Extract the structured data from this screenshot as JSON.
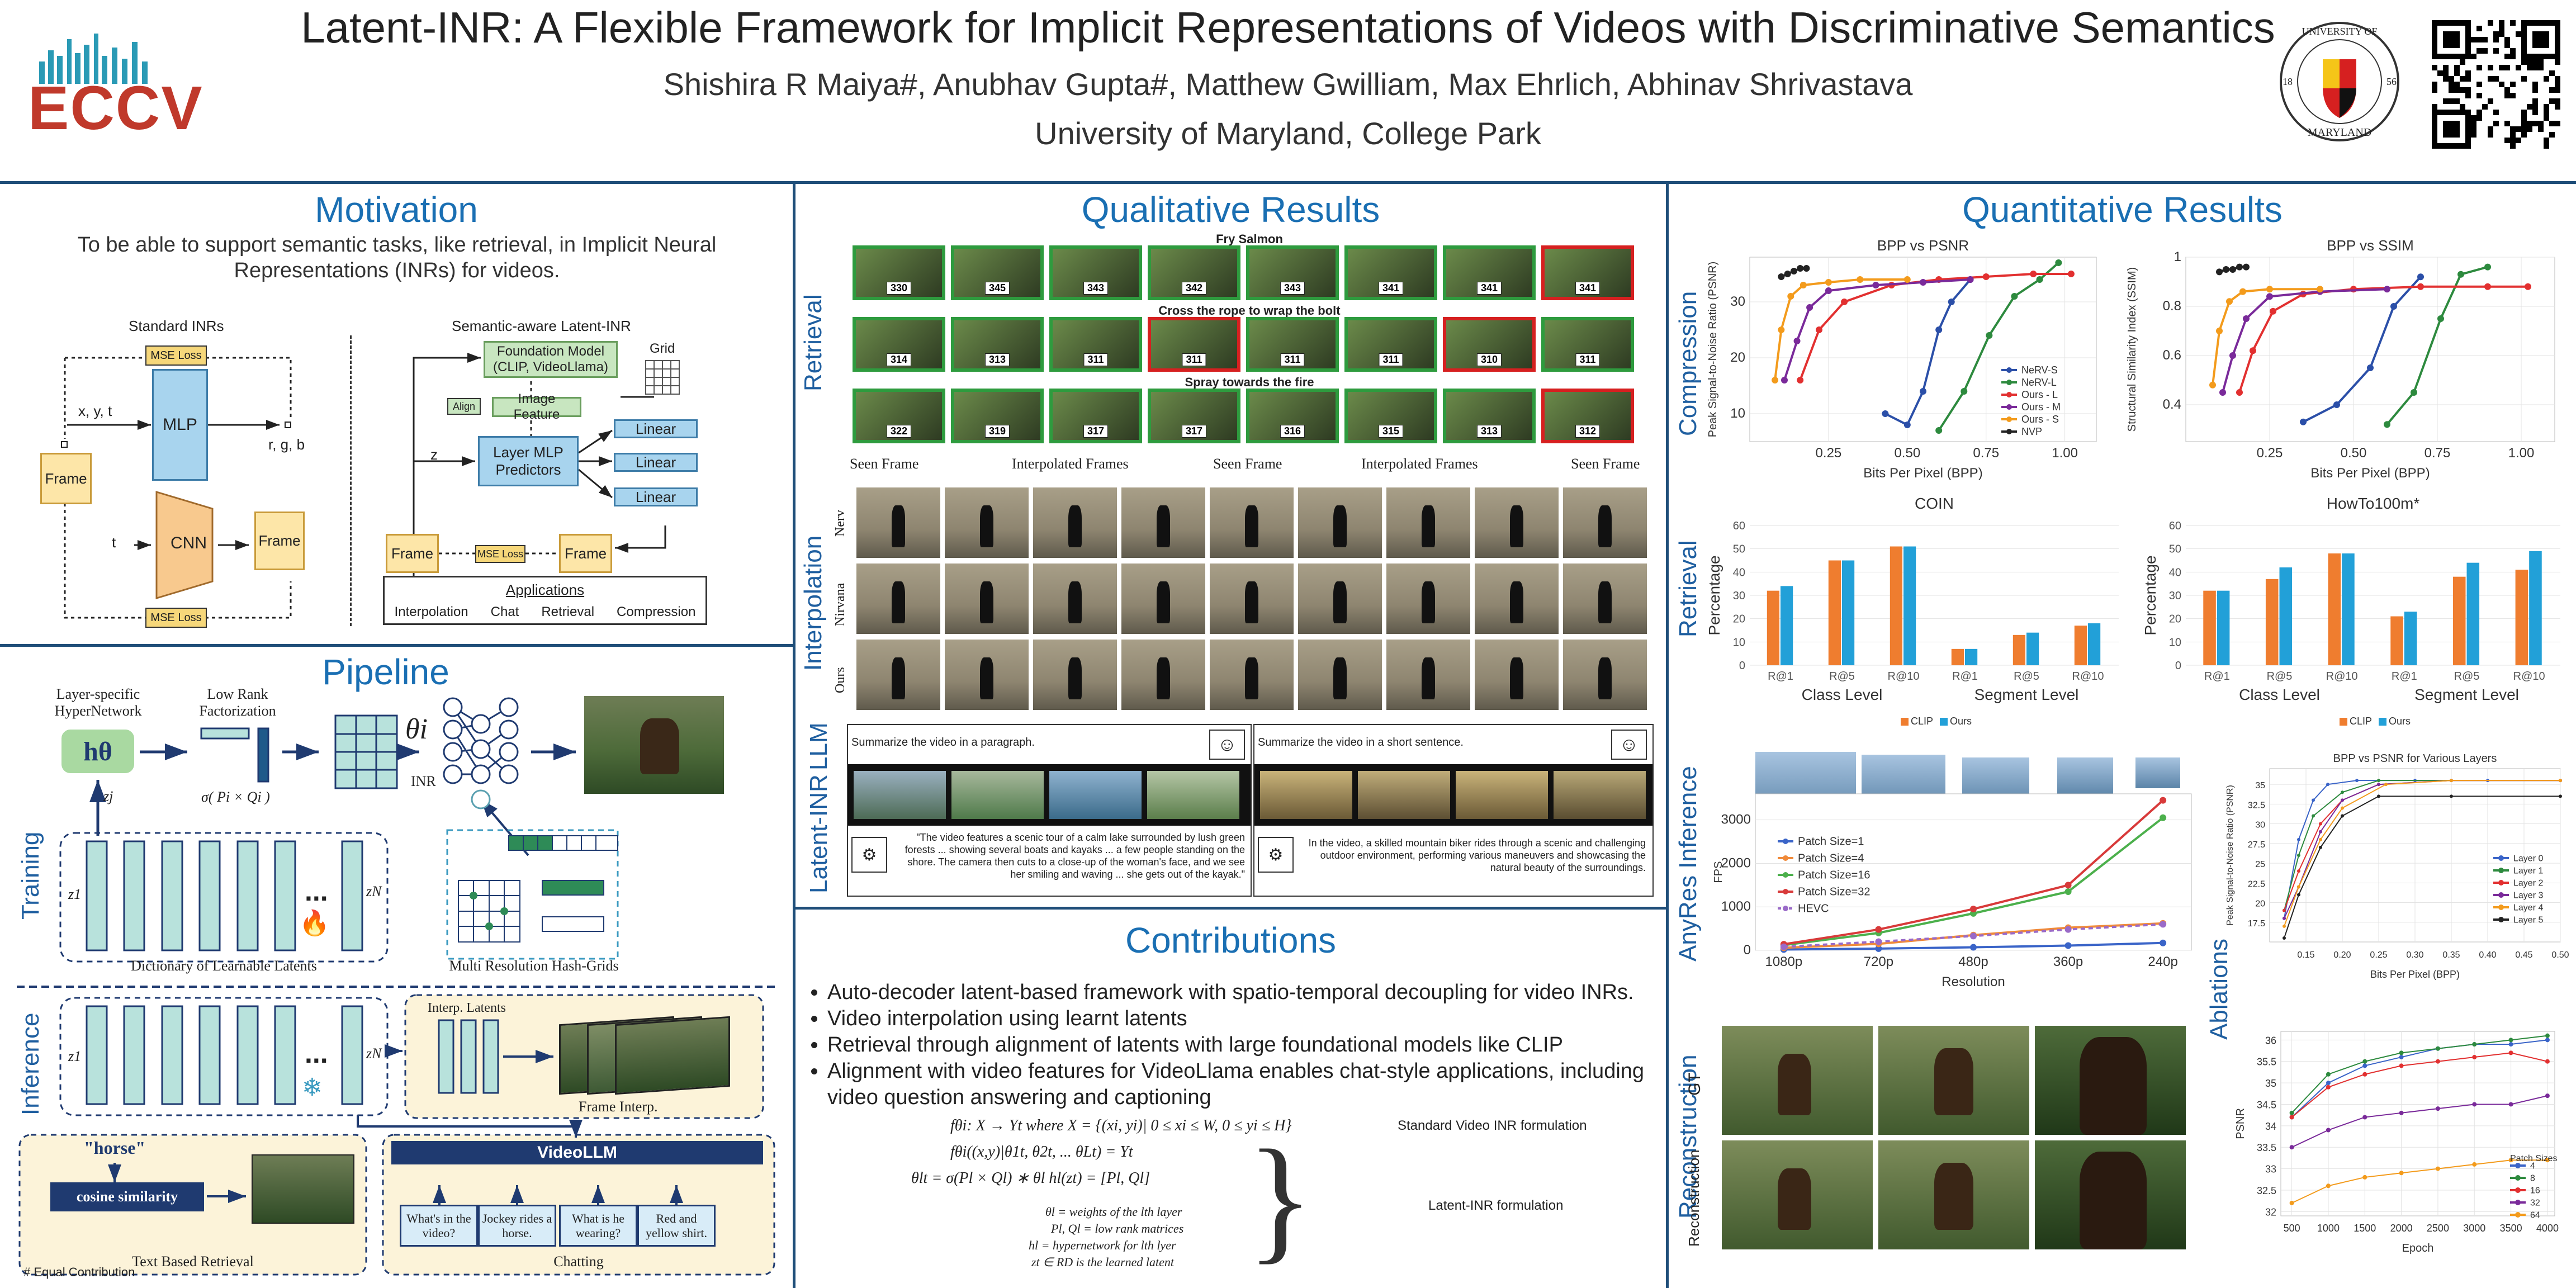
{
  "header": {
    "logo_text": "ECCV",
    "title": "Latent-INR: A Flexible Framework for Implicit Representations of Videos with Discriminative Semantics",
    "authors": "Shishira R Maiya#, Anubhav Gupta#, Matthew Gwilliam, Max Ehrlich, Abhinav Shrivastava",
    "affiliation": "University of Maryland, College Park",
    "seal_top": "UNIVERSITY OF",
    "seal_bottom": "MARYLAND",
    "seal_year_left": "18",
    "seal_year_right": "56"
  },
  "motivation": {
    "title": "Motivation",
    "text": "To be able to support semantic tasks, like retrieval, in Implicit Neural Representations (INRs) for videos.",
    "standard_label": "Standard INRs",
    "semantic_label": "Semantic-aware Latent-INR",
    "mse_loss": "MSE Loss",
    "xyt": "x, y, t",
    "mlp": "MLP",
    "rgb": "r, g, b",
    "frame": "Frame",
    "t": "t",
    "cnn": "CNN",
    "foundation": "Foundation Model (CLIP, VideoLlama)",
    "grid": "Grid",
    "align": "Align",
    "image_feature": "Image Feature",
    "z": "z",
    "layer_mlp": "Layer MLP Predictors",
    "linear": "Linear",
    "applications": "Applications",
    "apps": [
      "Interpolation",
      "Chat",
      "Retrieval",
      "Compression"
    ]
  },
  "pipeline": {
    "title": "Pipeline",
    "hypernet": "Layer-specific HyperNetwork",
    "h_theta": "hθ",
    "low_rank": "Low Rank Factorization",
    "sigma": "σ( Pi × Qi )",
    "theta": "θi",
    "inr": "INR",
    "zj": "zj",
    "training": "Training",
    "inference": "Inference",
    "dictionary": "Dictionary of Learnable Latents",
    "hash_grids": "Multi Resolution Hash-Grids",
    "z1": "z1",
    "zN": "zN",
    "dots": "...",
    "interp_latents": "Interp. Latents",
    "frame_interp": "Frame Interp.",
    "horse": "\"horse\"",
    "cosine": "cosine similarity",
    "text_retrieval": "Text Based Retrieval",
    "videollm": "VideoLLM",
    "chat_q": [
      "What's in the video?",
      "Jockey rides a horse.",
      "What is he wearing?",
      "Red and yellow shirt."
    ],
    "chatting": "Chatting",
    "footnote": "# Equal Contribution"
  },
  "qualitative": {
    "title": "Qualitative Results",
    "retrieval_label": "Retrieval",
    "rows": [
      {
        "caption": "Fry Salmon",
        "tags": [
          "330",
          "345",
          "343",
          "342",
          "343",
          "341",
          "341",
          "341"
        ],
        "red": [
          false,
          false,
          false,
          false,
          false,
          false,
          false,
          true
        ]
      },
      {
        "caption": "Cross the rope to wrap the bolt",
        "tags": [
          "314",
          "313",
          "311",
          "311",
          "311",
          "311",
          "310",
          "311"
        ],
        "red": [
          false,
          false,
          false,
          true,
          false,
          false,
          true,
          false
        ]
      },
      {
        "caption": "Spray towards the fire",
        "tags": [
          "322",
          "319",
          "317",
          "317",
          "316",
          "315",
          "313",
          "312"
        ],
        "red": [
          false,
          false,
          false,
          false,
          false,
          false,
          false,
          true
        ]
      }
    ],
    "seen_frame": "Seen Frame",
    "interpolated": "Interpolated Frames",
    "interp_label": "Interpolation",
    "interp_rows": [
      "Nerv",
      "Nirvana",
      "Ours"
    ],
    "llm_label": "LLM",
    "latent_inr_label": "Latent-INR",
    "prompt_left": "Summarize the video in a paragraph.",
    "prompt_right": "Summarize the video in a short sentence.",
    "answer_left": "\"The video features a scenic tour of a calm lake surrounded by lush green forests ... showing several boats and kayaks ... a few people standing on the shore. The camera then cuts to a close-up of the woman's face, and we see her smiling and waving ... she gets out of the kayak.\"",
    "answer_right": "In the video, a skilled mountain biker rides through a scenic and challenging outdoor environment, performing various maneuvers and showcasing the natural beauty of the surroundings."
  },
  "contributions": {
    "title": "Contributions",
    "items": [
      "Auto-decoder latent-based framework with spatio-temporal decoupling for video INRs.",
      "Video interpolation using learnt latents",
      "Retrieval through alignment of latents with large foundational models like CLIP",
      "Alignment with video features for VideoLlama enables chat-style applications, including video question answering and captioning"
    ],
    "eq1": "fθi: X → Yt where X = {(xi, yi)| 0 ≤ xi ≤ W, 0 ≤ yi ≤ H}",
    "eq1_label": "Standard Video INR formulation",
    "eq2": "fθi((x,y)|θ1t, θ2t, ... θLt) = Yt",
    "eq3": "θlt = σ(Pl × Ql) ∗ θl   hl(zt) = [Pl, Ql]",
    "eq2_label": "Latent-INR formulation",
    "def1": "θl = weights of the lth layer",
    "def2": "Pl, Ql = low rank matrices",
    "def3": "hl = hypernetwork for lth lyer",
    "def4": "zt ∈ RD is the learned latent"
  },
  "quantitative": {
    "title": "Quantitative Results",
    "compression_label": "Compression",
    "retrieval_label": "Retrieval",
    "anyres_label": "AnyRes Inference",
    "reconstruction_label": "Reconstruction",
    "ablations_label": "Ablations",
    "gt_label": "GT",
    "recon_label": "Reconstruction"
  },
  "chart_data": [
    {
      "type": "line",
      "title": "BPP vs PSNR",
      "xlabel": "Bits Per Pixel (BPP)",
      "ylabel": "Peak Signal-to-Noise Ratio (PSNR)",
      "xlim": [
        0,
        1.1
      ],
      "ylim": [
        5,
        38
      ],
      "xticks": [
        0.25,
        0.5,
        0.75,
        1.0
      ],
      "yticks": [
        10,
        20,
        30
      ],
      "series": [
        {
          "name": "NeRV-S",
          "color": "#2b4fa8",
          "x": [
            0.43,
            0.5,
            0.55,
            0.6,
            0.64,
            0.7
          ],
          "y": [
            10,
            8,
            14,
            25,
            30,
            34
          ]
        },
        {
          "name": "NeRV-L",
          "color": "#2d8a3e",
          "x": [
            0.6,
            0.68,
            0.76,
            0.84,
            0.92,
            0.98
          ],
          "y": [
            7,
            14,
            24,
            31,
            34,
            37
          ]
        },
        {
          "name": "Ours - L",
          "color": "#e23030",
          "x": [
            0.16,
            0.22,
            0.3,
            0.45,
            0.6,
            0.75,
            0.9,
            1.02
          ],
          "y": [
            16,
            25,
            30,
            33,
            34,
            34.5,
            35,
            35
          ]
        },
        {
          "name": "Ours - M",
          "color": "#7a2a9a",
          "x": [
            0.11,
            0.15,
            0.19,
            0.25,
            0.4,
            0.55,
            0.7
          ],
          "y": [
            16,
            23,
            29,
            32,
            33,
            33.5,
            34
          ]
        },
        {
          "name": "Ours - S",
          "color": "#f39b1c",
          "x": [
            0.08,
            0.1,
            0.13,
            0.17,
            0.25,
            0.35,
            0.5
          ],
          "y": [
            16,
            25,
            31,
            33,
            33.5,
            34,
            34
          ]
        },
        {
          "name": "NVP",
          "color": "#222222",
          "x": [
            0.1,
            0.12,
            0.14,
            0.16,
            0.18
          ],
          "y": [
            34.5,
            35,
            35.5,
            36,
            36
          ]
        }
      ]
    },
    {
      "type": "line",
      "title": "BPP vs SSIM",
      "xlabel": "Bits Per Pixel (BPP)",
      "ylabel": "Structural Similarity Index (SSIM)",
      "xlim": [
        0,
        1.1
      ],
      "ylim": [
        0.25,
        1.0
      ],
      "xticks": [
        0.25,
        0.5,
        0.75,
        1.0
      ],
      "yticks": [
        0.4,
        0.6,
        0.8,
        1.0
      ],
      "series": [
        {
          "name": "NeRV-S",
          "color": "#2b4fa8",
          "x": [
            0.35,
            0.45,
            0.55,
            0.62,
            0.7
          ],
          "y": [
            0.33,
            0.4,
            0.55,
            0.8,
            0.92
          ]
        },
        {
          "name": "NeRV-L",
          "color": "#2d8a3e",
          "x": [
            0.6,
            0.68,
            0.76,
            0.82,
            0.9
          ],
          "y": [
            0.32,
            0.45,
            0.75,
            0.93,
            0.96
          ]
        },
        {
          "name": "Ours - L",
          "color": "#e23030",
          "x": [
            0.16,
            0.2,
            0.26,
            0.35,
            0.5,
            0.7,
            0.9,
            1.02
          ],
          "y": [
            0.45,
            0.62,
            0.78,
            0.85,
            0.87,
            0.88,
            0.88,
            0.88
          ]
        },
        {
          "name": "Ours - M",
          "color": "#7a2a9a",
          "x": [
            0.11,
            0.14,
            0.18,
            0.25,
            0.4,
            0.6
          ],
          "y": [
            0.45,
            0.6,
            0.75,
            0.84,
            0.86,
            0.87
          ]
        },
        {
          "name": "Ours - S",
          "color": "#f39b1c",
          "x": [
            0.08,
            0.1,
            0.13,
            0.17,
            0.25,
            0.4
          ],
          "y": [
            0.48,
            0.7,
            0.82,
            0.86,
            0.87,
            0.87
          ]
        },
        {
          "name": "NVP",
          "color": "#222222",
          "x": [
            0.1,
            0.12,
            0.14,
            0.16,
            0.18
          ],
          "y": [
            0.94,
            0.95,
            0.95,
            0.96,
            0.96
          ]
        }
      ]
    },
    {
      "type": "bar",
      "title": "COIN",
      "ylabel": "Percentage",
      "ylim": [
        0,
        60
      ],
      "yticks": [
        0,
        10,
        20,
        30,
        40,
        50,
        60
      ],
      "categories": [
        "R@1",
        "R@5",
        "R@10",
        "R@1",
        "R@5",
        "R@10"
      ],
      "group_labels": [
        "Class Level",
        "Segment Level"
      ],
      "series": [
        {
          "name": "CLIP",
          "color": "#ef7d2f",
          "values": [
            32,
            45,
            51,
            7,
            13,
            17
          ]
        },
        {
          "name": "Ours",
          "color": "#22a0d8",
          "values": [
            34,
            45,
            51,
            7,
            14,
            18
          ]
        }
      ]
    },
    {
      "type": "bar",
      "title": "HowTo100m*",
      "ylabel": "Percentage",
      "ylim": [
        0,
        60
      ],
      "yticks": [
        0,
        10,
        20,
        30,
        40,
        50,
        60
      ],
      "categories": [
        "R@1",
        "R@5",
        "R@10",
        "R@1",
        "R@5",
        "R@10"
      ],
      "group_labels": [
        "Class Level",
        "Segment Level"
      ],
      "series": [
        {
          "name": "CLIP",
          "color": "#ef7d2f",
          "values": [
            32,
            37,
            48,
            21,
            38,
            41
          ]
        },
        {
          "name": "Ours",
          "color": "#22a0d8",
          "values": [
            32,
            42,
            48,
            23,
            44,
            49
          ]
        }
      ]
    },
    {
      "type": "line",
      "title": "",
      "xlabel": "Resolution",
      "ylabel": "FPS",
      "categories": [
        "1080p",
        "720p",
        "480p",
        "360p",
        "240p"
      ],
      "ylim": [
        0,
        3600
      ],
      "yticks": [
        0,
        1000,
        2000,
        3000
      ],
      "series": [
        {
          "name": "Patch Size=1",
          "color": "#3a64c8",
          "values": [
            20,
            40,
            70,
            110,
            170
          ]
        },
        {
          "name": "Patch Size=4",
          "color": "#f08a3a",
          "values": [
            60,
            150,
            350,
            520,
            620
          ]
        },
        {
          "name": "Patch Size=16",
          "color": "#4cb04c",
          "values": [
            120,
            400,
            850,
            1350,
            3050
          ]
        },
        {
          "name": "Patch Size=32",
          "color": "#d83a3a",
          "values": [
            140,
            480,
            950,
            1500,
            3450
          ]
        },
        {
          "name": "HEVC",
          "color": "#9a6ac8",
          "values": [
            80,
            200,
            330,
            480,
            600
          ],
          "dashed": true
        }
      ]
    },
    {
      "type": "line",
      "title": "BPP vs PSNR for Various Layers",
      "xlabel": "Bits Per Pixel (BPP)",
      "ylabel": "Peak Signal-to-Noise Ratio (PSNR)",
      "xlim": [
        0.1,
        0.5
      ],
      "ylim": [
        15,
        37
      ],
      "xticks": [
        0.15,
        0.2,
        0.25,
        0.3,
        0.35,
        0.4,
        0.45,
        0.5
      ],
      "yticks": [
        17.5,
        20,
        22.5,
        25,
        27.5,
        30,
        32.5,
        35
      ],
      "series": [
        {
          "name": "Layer 0",
          "color": "#3a64c8",
          "x": [
            0.12,
            0.14,
            0.16,
            0.18,
            0.22,
            0.3,
            0.4,
            0.5
          ],
          "y": [
            18,
            28,
            33,
            35,
            35.5,
            35.5,
            35.5,
            35.5
          ]
        },
        {
          "name": "Layer 1",
          "color": "#2d8a3e",
          "x": [
            0.12,
            0.14,
            0.16,
            0.2,
            0.25,
            0.35,
            0.5
          ],
          "y": [
            19,
            26,
            31,
            34,
            35.5,
            35.5,
            35.5
          ]
        },
        {
          "name": "Layer 2",
          "color": "#e23030",
          "x": [
            0.12,
            0.14,
            0.17,
            0.2,
            0.25,
            0.35,
            0.5
          ],
          "y": [
            19,
            24,
            30,
            33,
            35,
            35.5,
            35.5
          ]
        },
        {
          "name": "Layer 3",
          "color": "#7a2a9a",
          "x": [
            0.12,
            0.14,
            0.17,
            0.2,
            0.25,
            0.35,
            0.5
          ],
          "y": [
            18,
            22,
            29,
            33,
            35,
            35.5,
            35.5
          ]
        },
        {
          "name": "Layer 4",
          "color": "#f39b1c",
          "x": [
            0.12,
            0.14,
            0.17,
            0.2,
            0.26,
            0.35,
            0.5
          ],
          "y": [
            17,
            22,
            28,
            32,
            35,
            35.5,
            35.5
          ]
        },
        {
          "name": "Layer 5",
          "color": "#222222",
          "x": [
            0.12,
            0.14,
            0.17,
            0.2,
            0.25,
            0.35,
            0.5
          ],
          "y": [
            15.5,
            21,
            27,
            31,
            33.5,
            33.5,
            33.5
          ]
        }
      ]
    },
    {
      "type": "line",
      "title": "",
      "xlabel": "Epoch",
      "ylabel": "PSNR",
      "xlim": [
        350,
        4100
      ],
      "ylim": [
        31.9,
        36.2
      ],
      "xticks": [
        500,
        1000,
        1500,
        2000,
        2500,
        3000,
        3500,
        4000
      ],
      "yticks": [
        32.0,
        32.5,
        33.0,
        33.5,
        34.0,
        34.5,
        35.0,
        35.5,
        36.0
      ],
      "legend_title": "Patch Sizes",
      "series": [
        {
          "name": "4",
          "color": "#3a64c8",
          "x": [
            500,
            1000,
            1500,
            2000,
            2500,
            3000,
            3500,
            4000
          ],
          "y": [
            34.2,
            35.0,
            35.4,
            35.6,
            35.8,
            35.9,
            35.9,
            36.0
          ]
        },
        {
          "name": "8",
          "color": "#2d8a3e",
          "x": [
            500,
            1000,
            1500,
            2000,
            2500,
            3000,
            3500,
            4000
          ],
          "y": [
            34.3,
            35.2,
            35.5,
            35.7,
            35.8,
            35.9,
            36.0,
            36.1
          ]
        },
        {
          "name": "16",
          "color": "#e23030",
          "x": [
            500,
            1000,
            1500,
            2000,
            2500,
            3000,
            3500,
            4000
          ],
          "y": [
            34.2,
            34.9,
            35.2,
            35.4,
            35.5,
            35.6,
            35.7,
            35.5
          ]
        },
        {
          "name": "32",
          "color": "#7a2a9a",
          "x": [
            500,
            1000,
            1500,
            2000,
            2500,
            3000,
            3500,
            4000
          ],
          "y": [
            33.5,
            33.9,
            34.2,
            34.3,
            34.4,
            34.5,
            34.5,
            34.7
          ]
        },
        {
          "name": "64",
          "color": "#f39b1c",
          "x": [
            500,
            1000,
            1500,
            2000,
            2500,
            3000,
            3500,
            4000
          ],
          "y": [
            32.2,
            32.6,
            32.8,
            32.9,
            33.0,
            33.1,
            33.2,
            33.2
          ]
        }
      ]
    }
  ],
  "colors": {
    "accent": "#1a6fb3",
    "divider": "#1f4e79",
    "green_tag": "#2e9b3e",
    "red_tag": "#d62020"
  }
}
